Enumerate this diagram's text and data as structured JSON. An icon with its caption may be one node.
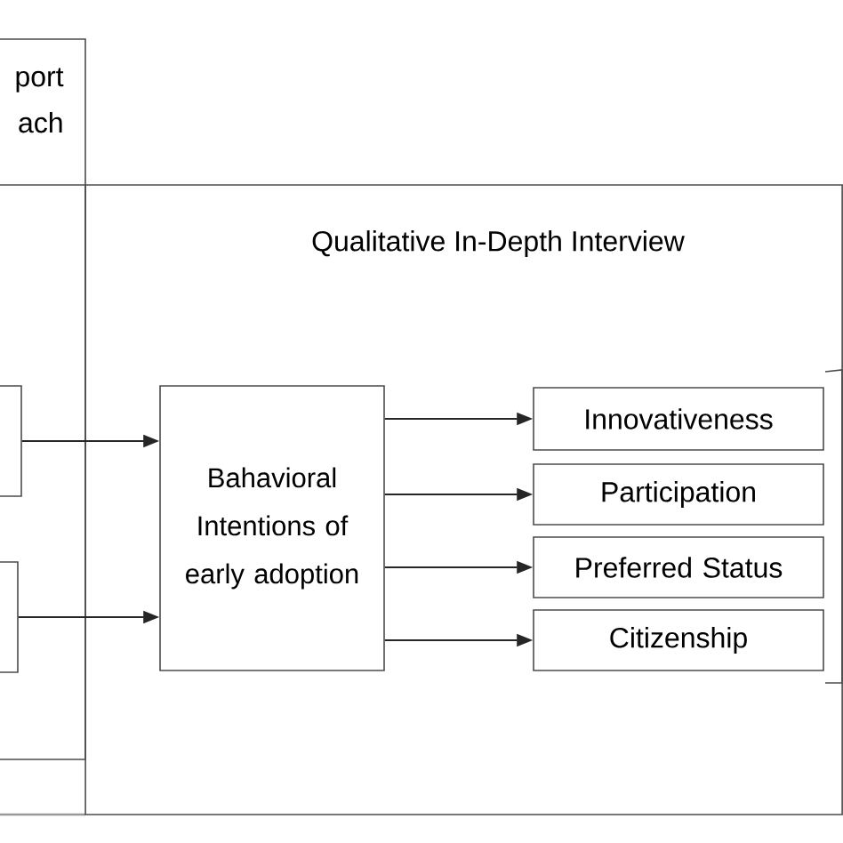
{
  "diagram": {
    "nodes": [
      {
        "text": [
          "port ach"
        ]
      },
      {
        "text": [
          "Qualitative In-Depth Interview"
        ]
      },
      {
        "text": [],
        "shape": "box",
        "in": 0
      },
      {
        "text": [],
        "shape": "box",
        "in": 0
      },
      {
        "text": [
          "Bahavioral Intentions of early adoption"
        ],
        "in": 1
      },
      {
        "text": [
          "Innovativeness"
        ],
        "in": 1
      },
      {
        "text": [
          "Participation"
        ],
        "in": 1
      },
      {
        "text": [
          "Preferred Status"
        ],
        "in": 1
      },
      {
        "text": [
          "Citizenship"
        ],
        "in": 1
      }
    ],
    "edges": [
      {
        "from": 2,
        "to": 4,
        "arrow": "to"
      },
      {
        "from": 3,
        "to": 4,
        "arrow": "to"
      },
      {
        "from": 4,
        "to": 5,
        "arrow": "to"
      },
      {
        "from": 4,
        "to": 6,
        "arrow": "to"
      },
      {
        "from": 4,
        "to": 7,
        "arrow": "to"
      },
      {
        "from": 4,
        "to": 8,
        "arrow": "to"
      }
    ]
  }
}
